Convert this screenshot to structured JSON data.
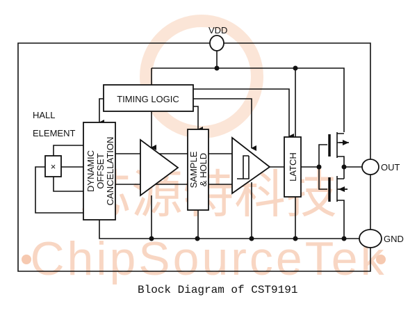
{
  "title": "Block Diagram of CST9191",
  "watermark": {
    "cn": "芯源特科技",
    "en": "ChipSourceTek",
    "color": "#f6c9b0"
  },
  "pins": {
    "vdd": "VDD",
    "out": "OUT",
    "gnd": "GND"
  },
  "blocks": {
    "hall_line1": "HALL",
    "hall_line2": "ELEMENT",
    "hall_symbol": "×",
    "timing": "TIMING LOGIC",
    "doc1": "DYNAMIC",
    "doc2": "OFFSET",
    "doc3": "CANCELLATION",
    "sh1": "SAMPLE",
    "sh2": "& HOLD",
    "latch": "LATCH"
  }
}
